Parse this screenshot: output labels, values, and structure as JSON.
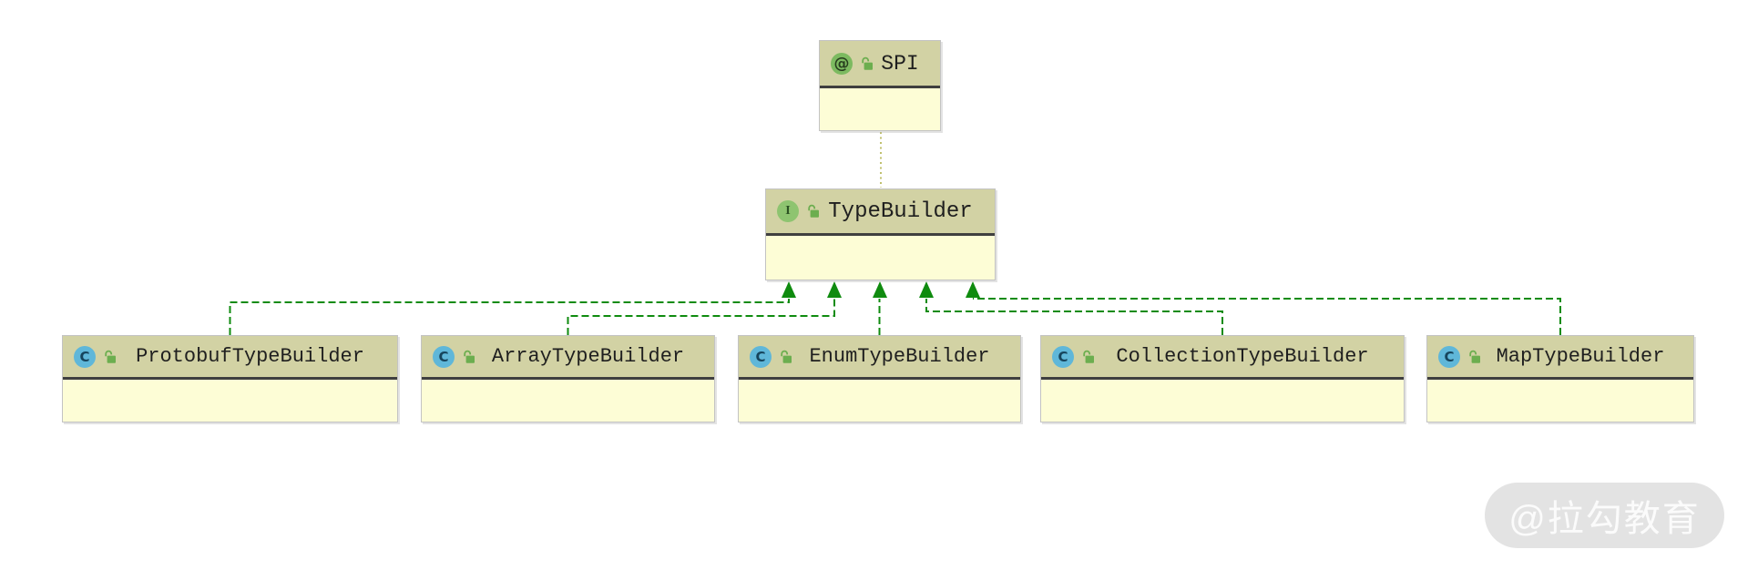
{
  "diagram": {
    "kind": "uml-class-diagram",
    "nodes": [
      {
        "id": "spi",
        "label": "SPI",
        "type": "annotation",
        "badge": "@",
        "visibility": "public-unlocked"
      },
      {
        "id": "typebuilder",
        "label": "TypeBuilder",
        "type": "interface",
        "badge": "I",
        "visibility": "public-unlocked"
      },
      {
        "id": "protobuf",
        "label": "ProtobufTypeBuilder",
        "type": "class",
        "badge": "C",
        "visibility": "public-unlocked"
      },
      {
        "id": "array",
        "label": "ArrayTypeBuilder",
        "type": "class",
        "badge": "C",
        "visibility": "public-unlocked"
      },
      {
        "id": "enum",
        "label": "EnumTypeBuilder",
        "type": "class",
        "badge": "C",
        "visibility": "public-unlocked"
      },
      {
        "id": "collection",
        "label": "CollectionTypeBuilder",
        "type": "class",
        "badge": "C",
        "visibility": "public-unlocked"
      },
      {
        "id": "map",
        "label": "MapTypeBuilder",
        "type": "class",
        "badge": "C",
        "visibility": "public-unlocked"
      }
    ],
    "edges": [
      {
        "from": "TypeBuilder",
        "to": "SPI",
        "relation": "annotated-with",
        "line": "dotted-olive"
      },
      {
        "from": "ProtobufTypeBuilder",
        "to": "TypeBuilder",
        "relation": "implements",
        "line": "dashed-green-arrow"
      },
      {
        "from": "ArrayTypeBuilder",
        "to": "TypeBuilder",
        "relation": "implements",
        "line": "dashed-green-arrow"
      },
      {
        "from": "EnumTypeBuilder",
        "to": "TypeBuilder",
        "relation": "implements",
        "line": "dashed-green-arrow"
      },
      {
        "from": "CollectionTypeBuilder",
        "to": "TypeBuilder",
        "relation": "implements",
        "line": "dashed-green-arrow"
      },
      {
        "from": "MapTypeBuilder",
        "to": "TypeBuilder",
        "relation": "implements",
        "line": "dashed-green-arrow"
      }
    ],
    "colors": {
      "node_header_bg": "#d2d2a4",
      "node_body_bg": "#fdfdd6",
      "node_divider": "#3f3f3f",
      "node_border": "#c3c3c3",
      "edge_implements_green": "#0f8b0f",
      "edge_annotation_olive": "#b9b95e",
      "class_icon_bg": "#5fb7d9",
      "interface_icon_bg": "#8ec470",
      "annotation_icon_bg": "#7cba60",
      "lock_icon_green": "#6cae4f",
      "watermark_bg": "#e3e3e3",
      "watermark_text": "#fbfbfb"
    }
  },
  "watermark": {
    "text": "@拉勾教育"
  }
}
